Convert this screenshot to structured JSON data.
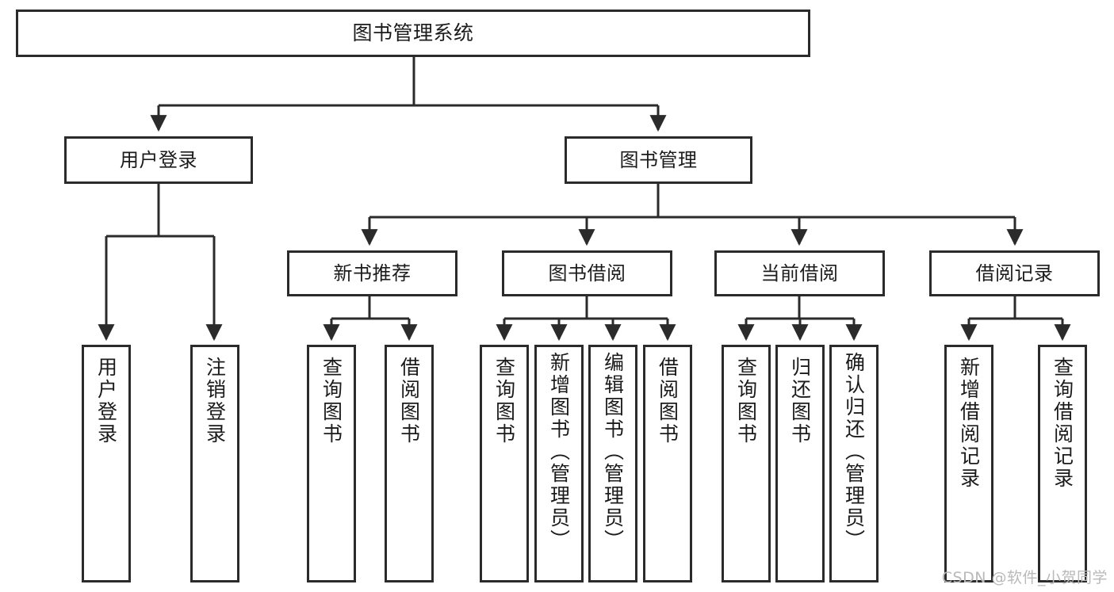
{
  "diagram": {
    "type": "tree-hierarchy",
    "title": "图书管理系统",
    "orientation": "top-down",
    "colors": {
      "box_border": "#2b2b2b",
      "box_fill": "#ffffff",
      "connector": "#2b2b2b",
      "background": "#ffffff",
      "watermark": "#b9b9b9"
    },
    "root": {
      "label": "图书管理系统"
    },
    "level2": [
      {
        "id": "user-login",
        "label": "用户登录"
      },
      {
        "id": "book-management",
        "label": "图书管理"
      }
    ],
    "level3": [
      {
        "id": "new-book-recommend",
        "label": "新书推荐",
        "parent": "book-management"
      },
      {
        "id": "book-borrow",
        "label": "图书借阅",
        "parent": "book-management"
      },
      {
        "id": "current-borrow",
        "label": "当前借阅",
        "parent": "book-management"
      },
      {
        "id": "borrow-record",
        "label": "借阅记录",
        "parent": "book-management"
      }
    ],
    "leaves": [
      {
        "id": "leaf-user-login",
        "label": "用户登录",
        "parent": "user-login"
      },
      {
        "id": "leaf-logout-login",
        "label": "注销登录",
        "parent": "user-login"
      },
      {
        "id": "leaf-query-book-1",
        "label": "查询图书",
        "parent": "new-book-recommend"
      },
      {
        "id": "leaf-borrow-book-1",
        "label": "借阅图书",
        "parent": "new-book-recommend"
      },
      {
        "id": "leaf-query-book-2",
        "label": "查询图书",
        "parent": "book-borrow"
      },
      {
        "id": "leaf-add-book",
        "label": "新增图书（管理员）",
        "parent": "book-borrow"
      },
      {
        "id": "leaf-edit-book",
        "label": "编辑图书（管理员）",
        "parent": "book-borrow"
      },
      {
        "id": "leaf-borrow-book-2",
        "label": "借阅图书",
        "parent": "book-borrow"
      },
      {
        "id": "leaf-query-book-3",
        "label": "查询图书",
        "parent": "current-borrow"
      },
      {
        "id": "leaf-return-book",
        "label": "归还图书",
        "parent": "current-borrow"
      },
      {
        "id": "leaf-confirm-return",
        "label": "确认归还（管理员）",
        "parent": "current-borrow"
      },
      {
        "id": "leaf-add-record",
        "label": "新增借阅记录",
        "parent": "borrow-record"
      },
      {
        "id": "leaf-query-record",
        "label": "查询借阅记录",
        "parent": "borrow-record"
      }
    ],
    "watermark": "CSDN @软件_小贺同学"
  }
}
